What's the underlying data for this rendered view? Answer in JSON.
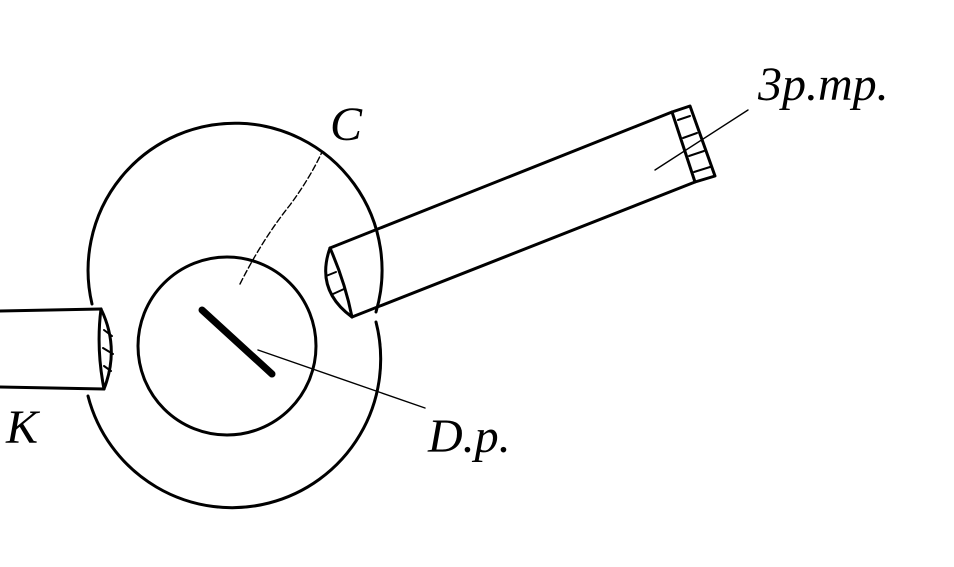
{
  "labels": {
    "center": "C",
    "pipe_right": "3p.mp.",
    "element": "D.p.",
    "pipe_left": "K"
  },
  "colors": {
    "ink": "#000000",
    "background": "#ffffff"
  }
}
